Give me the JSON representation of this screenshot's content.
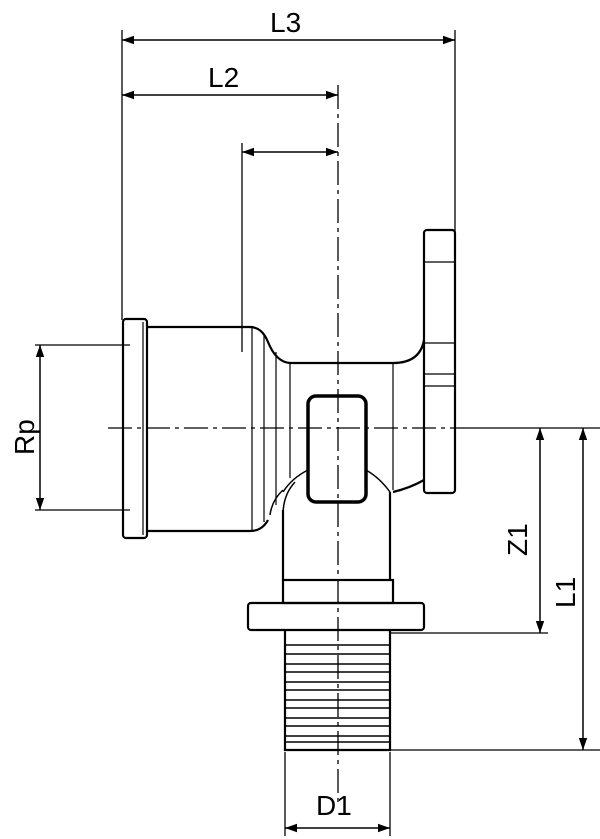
{
  "drawing": {
    "title": "Wall plate elbow fitting dimension drawing",
    "line_color": "#000000",
    "background": "#ffffff"
  },
  "dimensions": {
    "l3": "L3",
    "l2": "L2",
    "rp": "Rp",
    "z1": "Z1",
    "l1": "L1",
    "d1": "D1"
  }
}
